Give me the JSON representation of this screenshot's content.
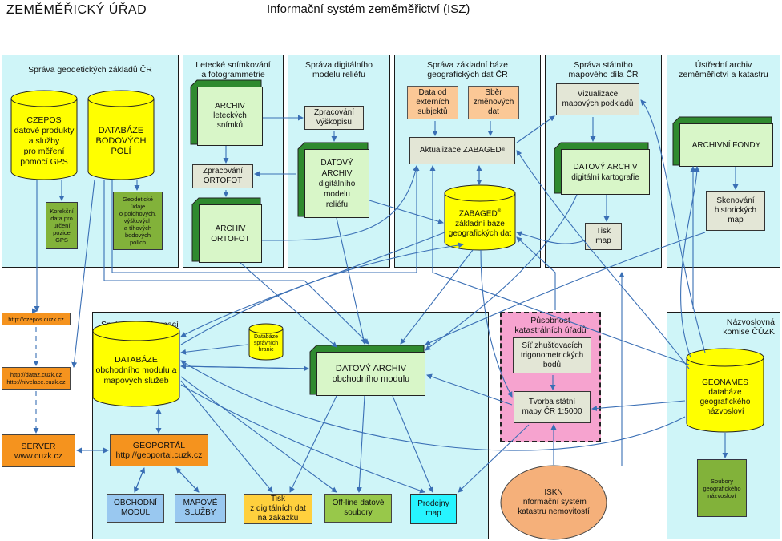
{
  "header": {
    "org": "ZEMĚMĚŘICKÝ  ÚŘAD",
    "system": "Informační systém zeměměřictví (ISZ)"
  },
  "panels": {
    "geodetic": "Správa geodetických základů ČR",
    "aerial": "Letecké snímkování\na fotogrammetrie",
    "dmr": "Správa digitálního\nmodelu reliéfu",
    "zabaged": "Správa základní báze\ngeografických dat ČR",
    "state_maps": "Správa státního\nmapového díla ČR",
    "archive": "Ústřední archiv\nzeměměřictví a katastru",
    "geoinfo": "Správa geoinformací",
    "cadastral": "Působnost\nkatastrálních úřadů",
    "names": "Názvoslovná\nkomise ČÚZK"
  },
  "nodes": {
    "czepos": "CZEPOS\ndatové produkty\na služby\npro měření\npomocí GPS",
    "db_points": "DATABÁZE\nBODOVÝCH\nPOLÍ",
    "corrections": "Korekční\ndata pro\nurčení\npozice\nGPS",
    "geodetic_data": "Geodetické\núdaje\no polohových,\nvýškových\na tíhových\nbodových\npolích",
    "archive_images": "ARCHIV\nleteckých\nsnímků",
    "ortofot_proc": "Zpracování\nORTOFOT",
    "archive_ortofot": "ARCHIV\nORTOFOT",
    "altimetry_proc": "Zpracování\nvýškopisu",
    "dmr_archive": "DATOVÝ\nARCHIV\ndigitálního\nmodelu\nreliéfu",
    "external_data": "Data od\nexterních\nsubjektů",
    "change_collection": "Sběr\nzměnových\ndat",
    "zabaged_update": "Aktualizace ZABAGED",
    "zabaged_sup": "®",
    "zabaged_db_title": "ZABAGED",
    "zabaged_db_rest": "základní báze\ngeografických dat",
    "map_visualization": "Vizualizace\nmapových podkladů",
    "cartography_archive": "DATOVÝ ARCHIV\ndigitální kartografie",
    "map_print": "Tisk\nmap",
    "archive_funds": "ARCHIVNÍ FONDY",
    "historic_scan": "Skenování\nhistorických\nmap",
    "url_czepos": "http://czepos.cuzk.cz",
    "url_dataz": "http://dataz.cuzk.cz\nhttp://nivelace.cuzk.cz",
    "server": "SERVER\nwww.cuzk.cz",
    "admin_boundaries": "Databáze\nsprávních\nhranic",
    "business_db": "DATABÁZE\nobchodního modulu a\nmapových služeb",
    "business_archive": "DATOVÝ ARCHIV\nobchodního modulu",
    "geoportal": "GEOPORTÁL\nhttp://geoportal.cuzk.cz",
    "business_module": "OBCHODNÍ\nMODUL",
    "map_services": "MAPOVÉ\nSLUŽBY",
    "digital_print": "Tisk\nz digitálních dat\nna zakázku",
    "offline": "Off-line datové\nsoubory",
    "shops": "Prodejny\nmap",
    "trig_network": "Síť zhušťovacích\ntrigonometrických\nbodů",
    "state_map_5000": "Tvorba státní\nmapy ČR 1:5000",
    "geonames": "GEONAMES\ndatabáze\ngeografického\nnázvosloví",
    "geo_files": "Soubory\ngeografického\nnázvosloví",
    "iskn": "ISKN\nInformační systém\nkatastru nemovitostí"
  },
  "colors": {
    "panel": "#cff5f8",
    "cylinder": "#ffff00",
    "arrow": "#3a6fb5",
    "cube_face": "#d8f6c8",
    "cube_side": "#2f8a2f",
    "cadastral": "#f6a3cf",
    "iskn": "#f5b07a"
  }
}
